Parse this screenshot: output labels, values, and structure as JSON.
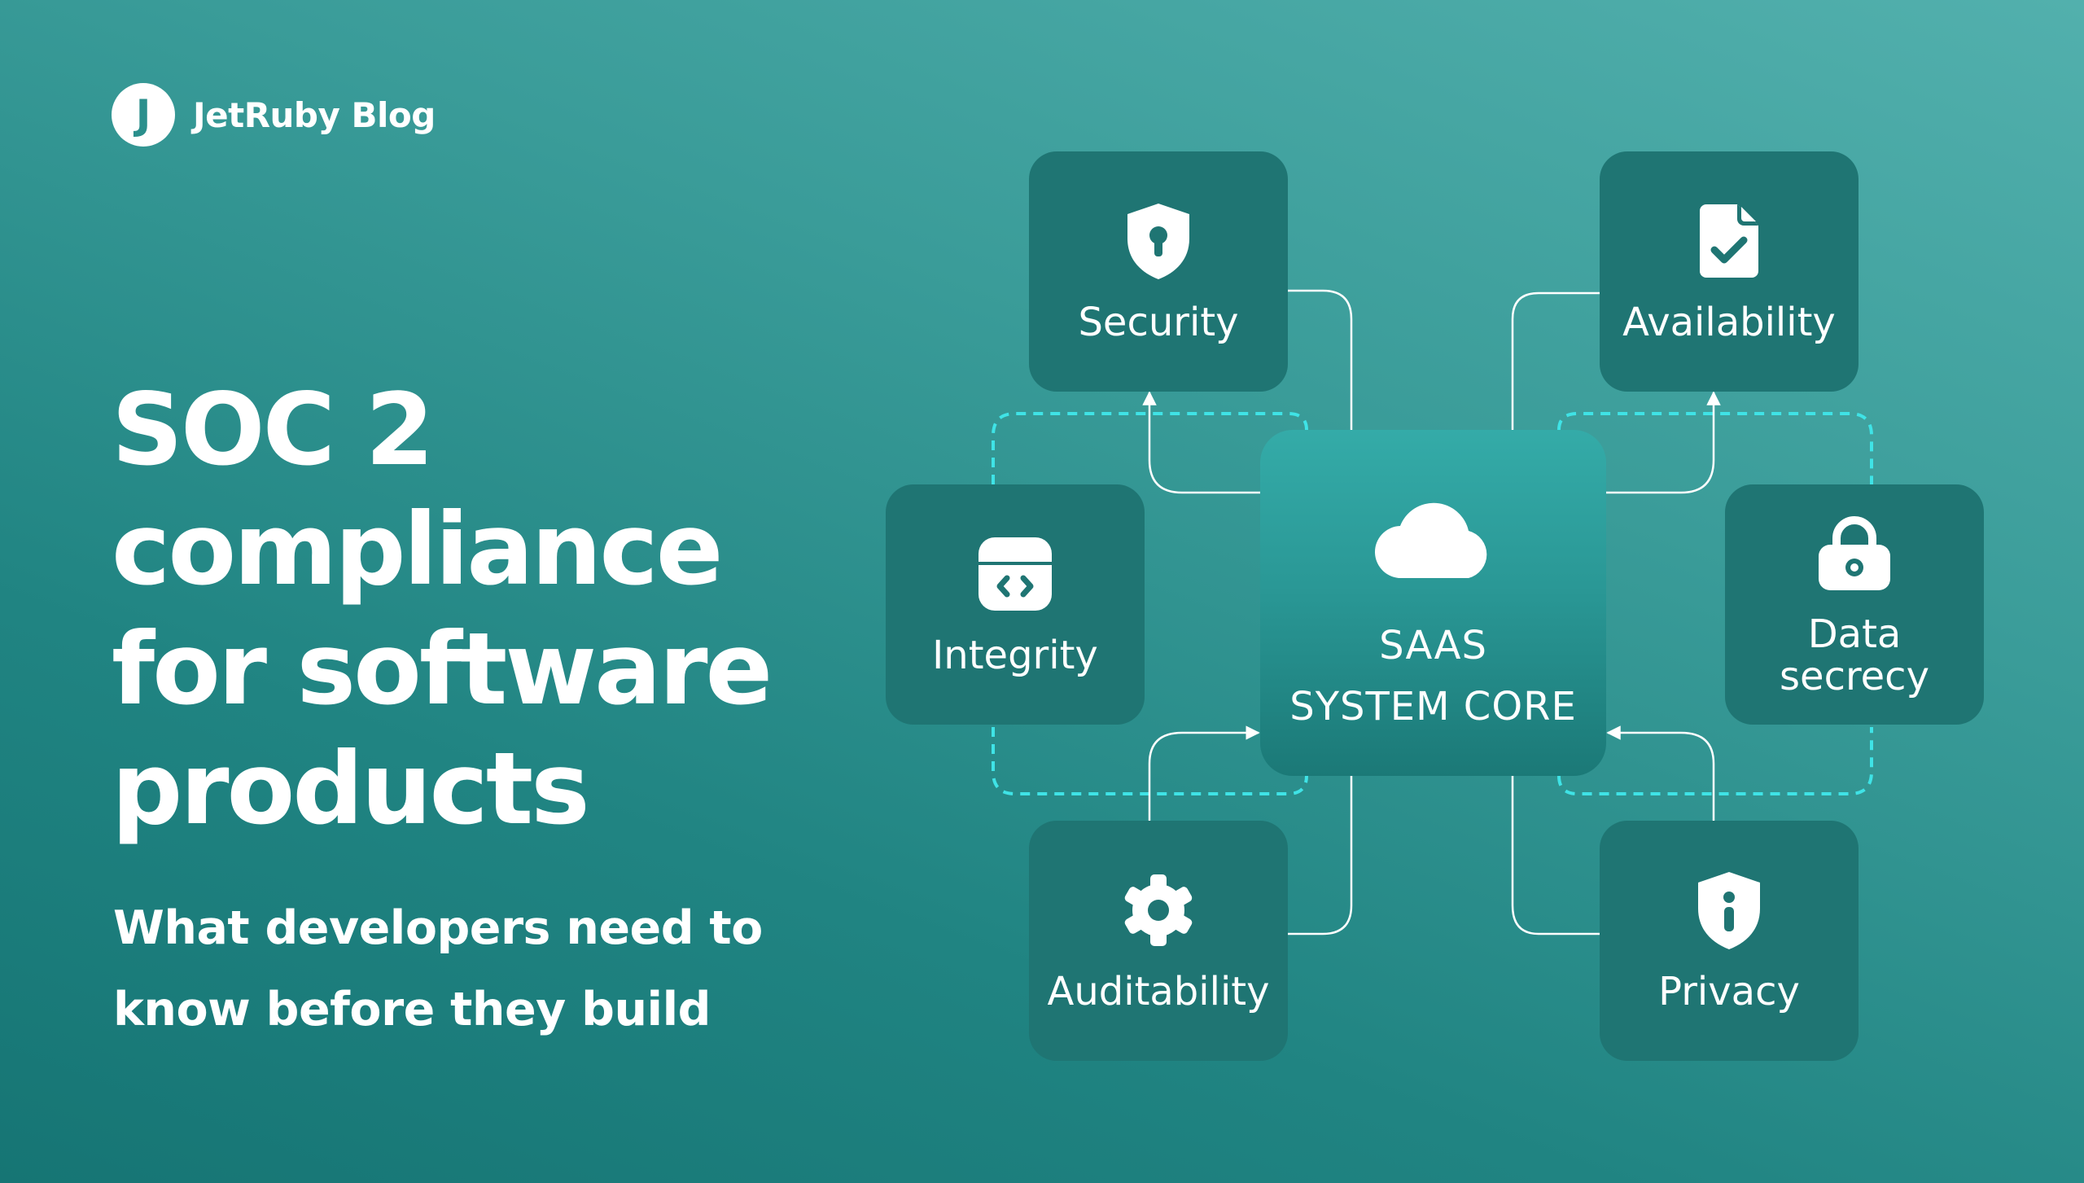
{
  "brand": {
    "name": "JetRuby Blog",
    "mark": "J"
  },
  "headline": {
    "lines": [
      "SOC 2",
      "compliance",
      "for software",
      "products"
    ]
  },
  "subtitle": {
    "lines": [
      "What developers need to",
      "know before they build"
    ]
  },
  "diagram": {
    "core": {
      "lines": [
        "SAAS",
        "SYSTEM CORE"
      ],
      "icon": "cloud-icon"
    },
    "nodes": {
      "security": {
        "label": "Security",
        "icon": "shield-keyhole-icon"
      },
      "availability": {
        "label": "Availability",
        "icon": "document-check-icon"
      },
      "integrity": {
        "label": "Integrity",
        "icon": "code-window-icon"
      },
      "data_secrecy": {
        "lines": [
          "Data",
          "secrecy"
        ],
        "icon": "padlock-icon"
      },
      "auditability": {
        "label": "Auditability",
        "icon": "gear-icon"
      },
      "privacy": {
        "label": "Privacy",
        "icon": "shield-info-icon"
      }
    }
  },
  "colors": {
    "background_start": "#52b0ad",
    "background_end": "#167574",
    "card": "#1f7573",
    "core": "#2a9896",
    "dashed_connector": "#3fe3e6",
    "connector": "#ffffff"
  }
}
